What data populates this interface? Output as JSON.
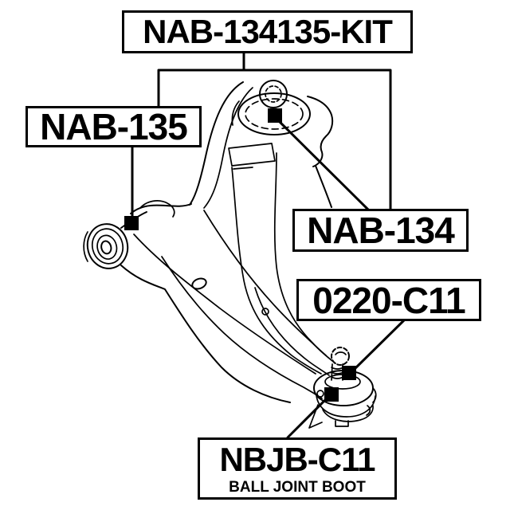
{
  "diagram": {
    "colors": {
      "ink": "#000000",
      "paper": "#ffffff"
    },
    "kit": {
      "label": "NAB-134135-KIT"
    },
    "parts": [
      {
        "id": "nab-135",
        "label": "NAB-135"
      },
      {
        "id": "nab-134",
        "label": "NAB-134"
      },
      {
        "id": "0220-c11",
        "label": "0220-C11"
      },
      {
        "id": "nbjb-c11",
        "label": "NBJB-C11",
        "subtitle": "BALL JOINT BOOT"
      }
    ]
  }
}
